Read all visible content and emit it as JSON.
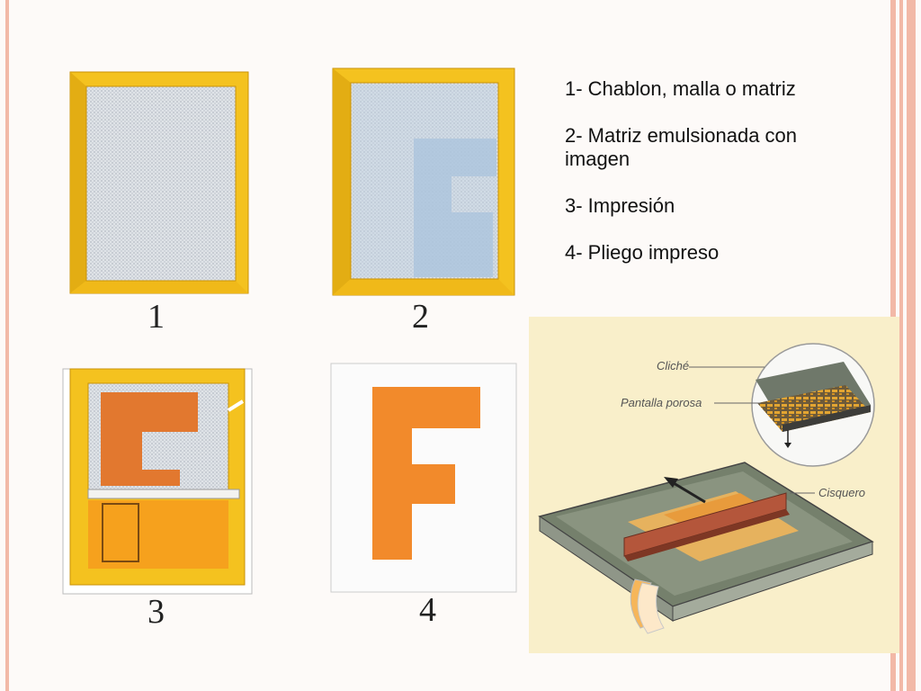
{
  "legend": {
    "item1": "1- Chablon, malla o matriz",
    "item2": "2- Matriz emulsionada con imagen",
    "item3": "3- Impresión",
    "item4": "4- Pliego impreso"
  },
  "figure_numbers": {
    "n1": "1",
    "n2": "2",
    "n3": "3",
    "n4": "4"
  },
  "diagram_labels": {
    "cliche": "Cliché",
    "pantalla": "Pantalla porosa",
    "cisquero": "Cisquero"
  },
  "colors": {
    "frame": "#f4c21f",
    "frame_dark": "#d9a10f",
    "mesh": "#d7dde3",
    "emulsion": "#b8cde0",
    "ink": "#ef8a2c",
    "squeegee": "#b4563b",
    "tray": "#77806c"
  }
}
